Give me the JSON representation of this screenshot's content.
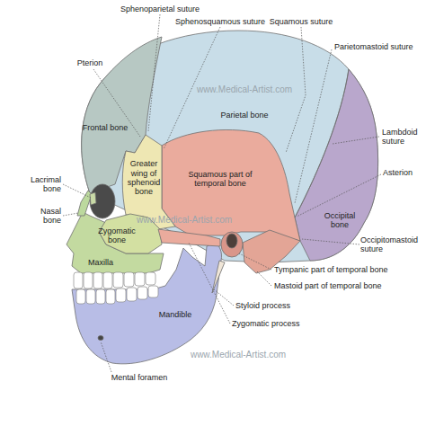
{
  "diagram": {
    "labels": [
      "Sphenoparietal suture",
      "Sphenosquamous suture",
      "Squamous suture",
      "Pterion",
      "Parietomastoid suture",
      "Frontal bone",
      "Lambdoid suture",
      "Parietal bone",
      "Asterion",
      "Lacrimal bone",
      "Greater wing of sphenoid bone",
      "Squamous part of temporal bone",
      "Nasal bone",
      "Zygomatic bone",
      "Occipital bone",
      "Occipitomastoid suture",
      "Tympanic part of temporal bone",
      "Maxilla",
      "Mastoid part of temporal bone",
      "Mandible",
      "Styloid process",
      "Zygomatic process",
      "Mental foramen",
      "www.Medical-Artist.com",
      "www.Medical-Artist.com",
      "www.Medical-Artist.com"
    ]
  }
}
